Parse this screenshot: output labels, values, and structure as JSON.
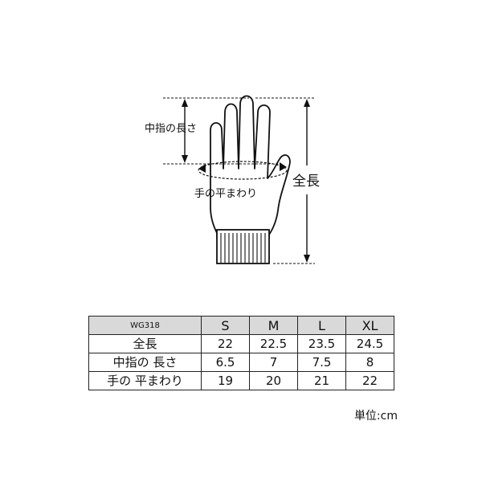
{
  "diagram": {
    "middle_finger_label": "中指の長さ",
    "palm_circumference_label": "手の平まわり",
    "total_length_label": "全長"
  },
  "table": {
    "model": "WG318",
    "sizes": [
      "S",
      "M",
      "L",
      "XL"
    ],
    "rows": [
      {
        "label": "全長",
        "values": [
          "22",
          "22.5",
          "23.5",
          "24.5"
        ]
      },
      {
        "label": "中指の 長さ",
        "values": [
          "6.5",
          "7",
          "7.5",
          "8"
        ]
      },
      {
        "label": "手の 平まわり",
        "values": [
          "19",
          "20",
          "21",
          "22"
        ]
      }
    ]
  },
  "unit_note": "単位:cm"
}
